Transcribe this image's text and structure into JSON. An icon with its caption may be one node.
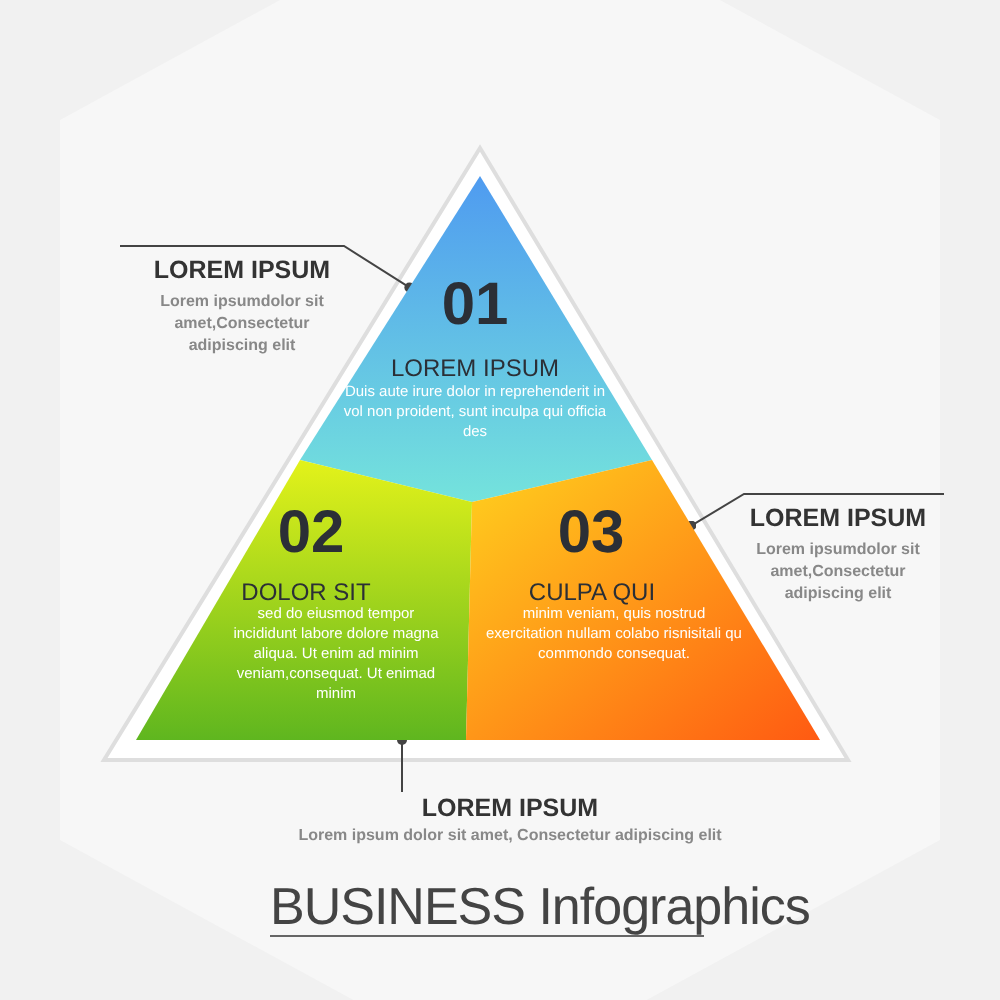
{
  "diagram": {
    "title": "BUSINESS Infographics",
    "nodes": [
      {
        "text": [
          "01",
          "LOREM IPSUM",
          "Duis aute irure dolor in reprehenderit in vol non proident, sunt inculpa qui officia des"
        ]
      },
      {
        "text": [
          "02",
          "DOLOR SIT",
          "sed do eiusmod tempor incididunt labore dolore magna aliqua. Ut enim ad minim veniam,consequat. Ut enimad minim"
        ]
      },
      {
        "text": [
          "03",
          "CULPA QUI",
          "minim veniam, quis nostrud exercitation nullam colabo risnisitali qu commondo consequat."
        ]
      },
      {
        "text": [
          "LOREM IPSUM",
          "Lorem ipsumdolor sit amet,Consectetur adipiscing elit"
        ]
      },
      {
        "text": [
          "LOREM IPSUM",
          "Lorem ipsumdolor sit amet,Consectetur adipiscing elit"
        ]
      },
      {
        "text": [
          "LOREM IPSUM",
          "Lorem ipsum dolor sit  amet, Consectetur adipiscing elit"
        ]
      }
    ],
    "edges": [
      {
        "from": 3,
        "to": 0,
        "arrow": "other"
      },
      {
        "from": 4,
        "to": 2,
        "arrow": "other"
      },
      {
        "from": 5,
        "to": 1,
        "arrow": "other"
      }
    ]
  }
}
